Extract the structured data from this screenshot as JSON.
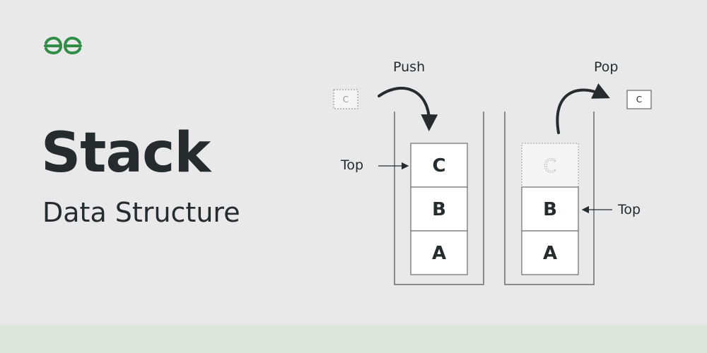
{
  "title": "Stack",
  "subtitle": "Data Structure",
  "colors": {
    "background": "#e9e9e9",
    "footer_band": "#dde6dd",
    "logo_green": "#2f8d46",
    "text": "#262b2e",
    "stroke": "#6b6b6b",
    "arrow": "#262b2e"
  },
  "icons": {
    "logo": "geeksforgeeks-logo"
  },
  "push": {
    "label": "Push",
    "incoming_item": "C",
    "top_label": "Top",
    "blocks": [
      "C",
      "B",
      "A"
    ]
  },
  "pop": {
    "label": "Pop",
    "outgoing_item": "C",
    "top_label": "Top",
    "removed_block": "C",
    "blocks": [
      "B",
      "A"
    ]
  }
}
